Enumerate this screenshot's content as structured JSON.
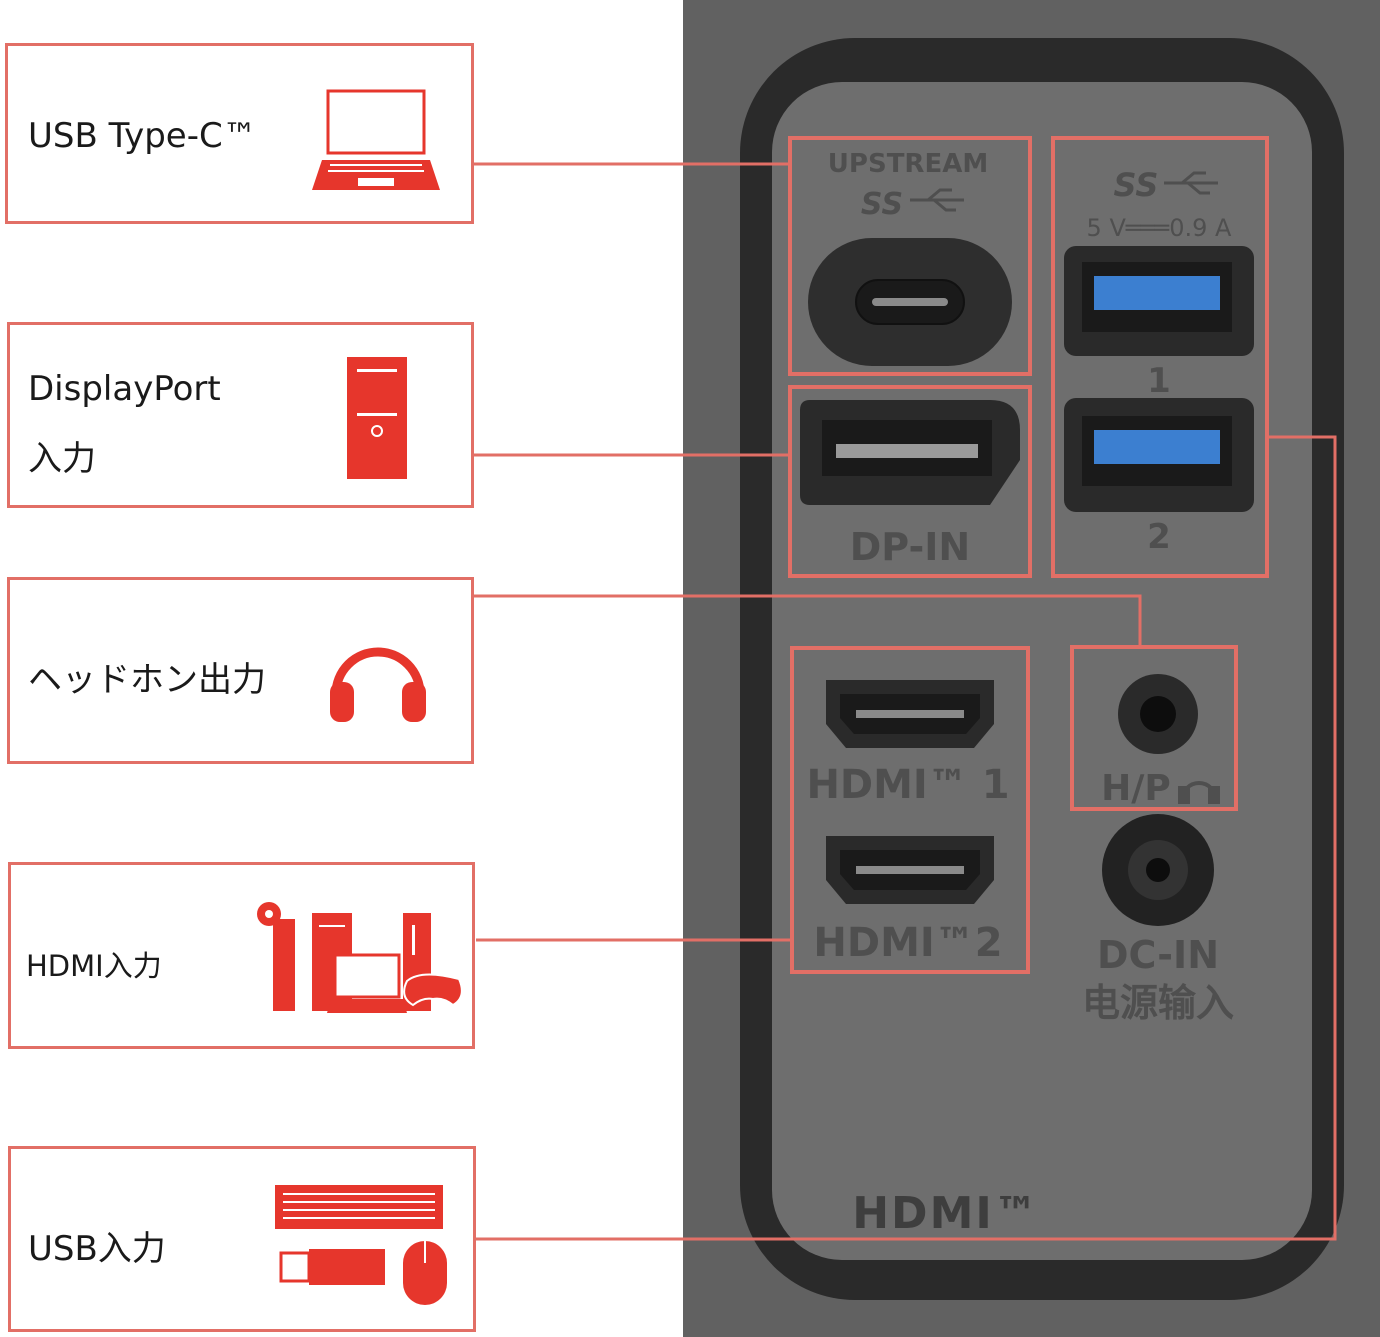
{
  "labels": {
    "usbc": {
      "text": "USB Type-C™",
      "icon": "laptop-icon"
    },
    "dp": {
      "line1": "DisplayPort",
      "line2": "入力",
      "icon": "desktop-tower-icon"
    },
    "hp": {
      "text": "ヘッドホン出力",
      "icon": "headphones-icon"
    },
    "hdmi": {
      "text": "HDMI入力",
      "icon": "hdmi-devices-icon"
    },
    "usb": {
      "text": "USB入力",
      "icon": "keyboard-mouse-usb-icon"
    }
  },
  "panel": {
    "upstream": "UPSTREAM",
    "ss": "SS",
    "usb_power": "5 V═══0.9 A",
    "usb1": "1",
    "usb2": "2",
    "dp_in": "DP-IN",
    "hdmi1": "HDMI™ 1",
    "hdmi2": "HDMI™2",
    "hp": "H/P",
    "dc_in": "DC-IN",
    "dc_cn": "电源输入",
    "hdmi_logo": "HDMI™"
  },
  "colors": {
    "accent": "#e26f66",
    "icon_red": "#e6362c",
    "panel": "#616161",
    "frame": "#2a2a2a",
    "usb_blue": "#3c7fd0"
  }
}
